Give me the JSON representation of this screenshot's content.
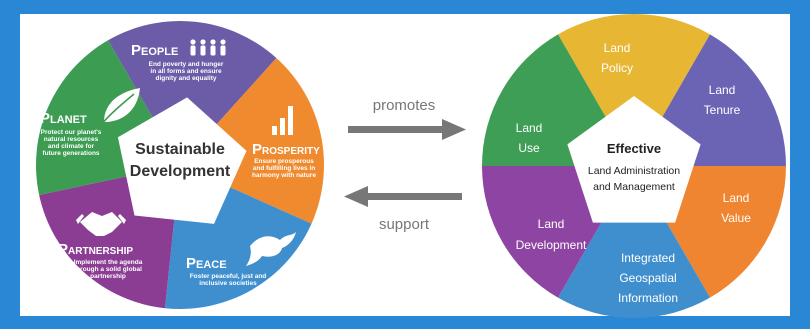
{
  "colors": {
    "background": "#2a87d6",
    "panel": "#ffffff",
    "people": "#6c5ca8",
    "prosperity": "#ef8b2e",
    "peace": "#3f8fcf",
    "partnership": "#8a3d93",
    "planet": "#3c9c52",
    "land_policy": "#e7b632",
    "land_tenure": "#6b64b5",
    "land_value": "#ef8530",
    "integrated": "#3f8fcf",
    "land_development": "#8e44a2",
    "land_use": "#3f9e55",
    "arrow": "#777777",
    "arrow_label": "#777777"
  },
  "left_circle": {
    "center_line1": "Sustainable",
    "center_line2": "Development",
    "segments": {
      "people": {
        "title_initial": "P",
        "title_rest": "EOPLE",
        "icon": "people-figures-icon",
        "desc": [
          "End poverty and hunger",
          "in all forms and ensure",
          "dignity and equality"
        ]
      },
      "prosperity": {
        "title_initial": "P",
        "title_rest": "ROSPERITY",
        "icon": "bar-chart-icon",
        "desc": [
          "Ensure prosperous",
          "and fulfilling lives in",
          "harmony with nature"
        ]
      },
      "peace": {
        "title_initial": "P",
        "title_rest": "EACE",
        "icon": "dove-icon",
        "desc": [
          "Foster peaceful, just and",
          "inclusive societies"
        ]
      },
      "partnership": {
        "title_initial": "P",
        "title_rest": "ARTNERSHIP",
        "icon": "handshake-icon",
        "desc": [
          "Implement the agenda",
          "through a solid global",
          "partnership"
        ]
      },
      "planet": {
        "title_initial": "P",
        "title_rest": "LANET",
        "icon": "leaf-icon",
        "desc": [
          "Protect our planet's",
          "natural resources",
          "and climate for",
          "future generations"
        ]
      }
    }
  },
  "arrows": {
    "top_label": "promotes",
    "bottom_label": "support"
  },
  "right_circle": {
    "center_title": "Effective",
    "center_line1": "Land Administration",
    "center_line2": "and Management",
    "segments": {
      "land_policy": [
        "Land",
        "Policy"
      ],
      "land_tenure": [
        "Land",
        "Tenure"
      ],
      "land_value": [
        "Land",
        "Value"
      ],
      "integrated": [
        "Integrated",
        "Geospatial",
        "Information"
      ],
      "land_development": [
        "Land",
        "Development"
      ],
      "land_use": [
        "Land",
        "Use"
      ]
    }
  }
}
